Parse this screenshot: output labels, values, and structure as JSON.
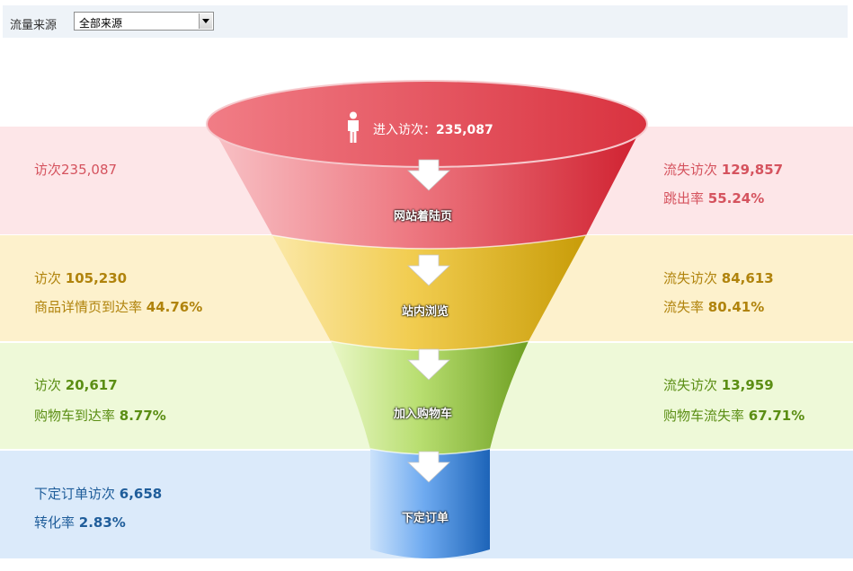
{
  "filter": {
    "label": "流量来源",
    "value": "全部来源"
  },
  "funnel_head": {
    "label": "进入访次：",
    "value": "235,087",
    "icon": "person-icon"
  },
  "stages": [
    {
      "name": "网站着陆页",
      "color": "#d9323f",
      "left": [
        {
          "label": "访次",
          "value": "235,087"
        }
      ],
      "right": [
        {
          "label": "流失访次 ",
          "value": "129,857"
        },
        {
          "label": "跳出率 ",
          "value": "55.24%"
        }
      ]
    },
    {
      "name": "站内浏览",
      "color": "#d9aa16",
      "left": [
        {
          "label": "访次 ",
          "value": "105,230"
        },
        {
          "label": "商品详情页到达率 ",
          "value": "44.76%"
        }
      ],
      "right": [
        {
          "label": "流失访次 ",
          "value": "84,613"
        },
        {
          "label": "流失率 ",
          "value": "80.41%"
        }
      ]
    },
    {
      "name": "加入购物车",
      "color": "#7aab2c",
      "left": [
        {
          "label": "访次 ",
          "value": "20,617"
        },
        {
          "label": "购物车到达率 ",
          "value": "8.77%"
        }
      ],
      "right": [
        {
          "label": "流失访次 ",
          "value": "13,959"
        },
        {
          "label": "购物车流失率 ",
          "value": "67.71%"
        }
      ]
    },
    {
      "name": "下定订单",
      "color": "#2f7fd0",
      "left": [
        {
          "label": "下定订单访次 ",
          "value": "6,658"
        },
        {
          "label": "转化率 ",
          "value": "2.83%"
        }
      ],
      "right": []
    }
  ]
}
